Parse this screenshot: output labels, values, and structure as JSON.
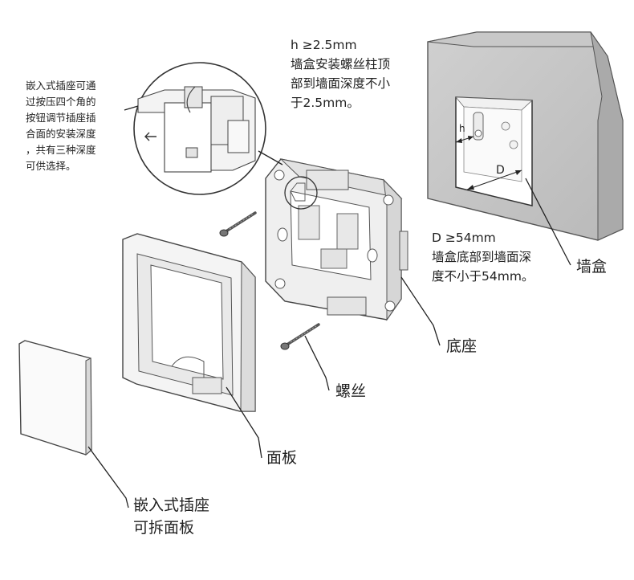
{
  "notes": {
    "left_note": "嵌入式插座可通\n过按压四个角的\n按钮调节插座插\n合面的安装深度\n，共有三种深度\n可供选择。",
    "h_note": "h ≥2.5mm\n墙盒安装螺丝柱顶\n部到墙面深度不小\n于2.5mm。",
    "d_note": "D ≥54mm\n墙盒底部到墙面深\n度不小于54mm。"
  },
  "callouts": {
    "wall_box": "墙盒",
    "base": "底座",
    "screw": "螺丝",
    "panel": "面板",
    "cover": "嵌入式插座\n可拆面板"
  },
  "dimension_marks": {
    "h": "h",
    "d": "D"
  }
}
